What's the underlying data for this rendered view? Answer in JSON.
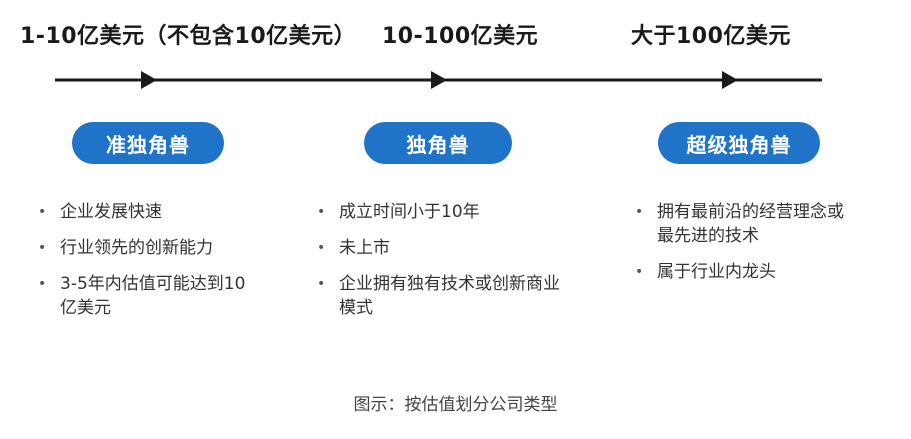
{
  "ranges": [
    "1-10亿美元（不包含10亿美元）",
    "10-100亿美元",
    "大于100亿美元"
  ],
  "categories": [
    {
      "label": "准独角兽",
      "color": "#1f73c8",
      "points": [
        "企业发展快速",
        "行业领先的创新能力",
        "3-5年内估值可能达到10亿美元"
      ]
    },
    {
      "label": "独角兽",
      "color": "#1f73c8",
      "points": [
        "成立时间小于10年",
        "未上市",
        "企业拥有独有技术或创新商业模式"
      ]
    },
    {
      "label": "超级独角兽",
      "color": "#1f73c8",
      "points": [
        "拥有最前沿的经营理念或最先进的技术",
        "属于行业内龙头"
      ]
    }
  ],
  "caption": "图示：按估值划分公司类型"
}
